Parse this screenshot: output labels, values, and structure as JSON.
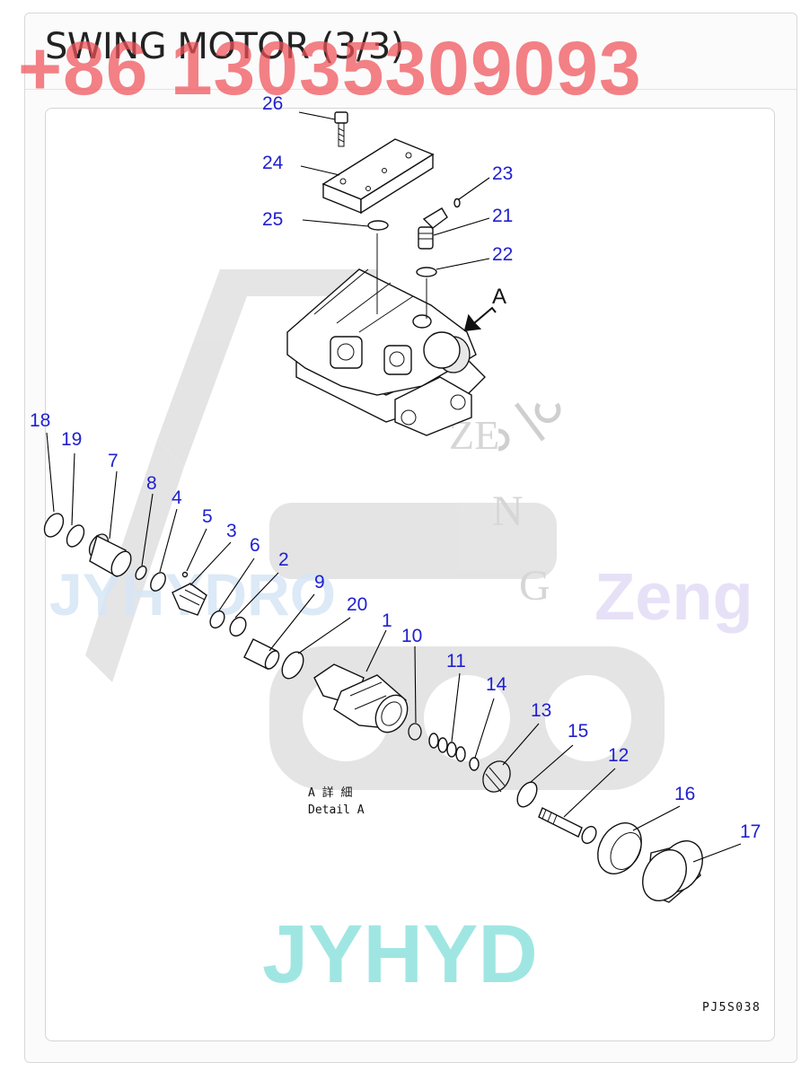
{
  "title": "SWING MOTOR (3/3)",
  "watermarks": {
    "phone": "+86 13035309093",
    "left_brand": "JYHYDRO",
    "right_brand": "Zeng",
    "bottom_brand": "JYHYD",
    "vertical_letters": [
      "ZE",
      "N",
      "G"
    ],
    "colors": {
      "phone": "#ee5058",
      "left_brand": "#d7e6f5",
      "right_brand": "#e6e1f7",
      "bottom_brand": "#9fe6e2",
      "logo": "#cfcfcf"
    }
  },
  "diagram": {
    "detail_label_jp": "A 詳 細",
    "detail_label_en": "Detail A",
    "view_arrow_label": "A",
    "drawing_code": "PJ5S038",
    "callouts": [
      "26",
      "24",
      "23",
      "21",
      "25",
      "22",
      "18",
      "19",
      "7",
      "8",
      "4",
      "5",
      "3",
      "6",
      "2",
      "9",
      "20",
      "1",
      "10",
      "11",
      "14",
      "13",
      "15",
      "12",
      "16",
      "17"
    ],
    "callout_color": "#2020d0"
  }
}
